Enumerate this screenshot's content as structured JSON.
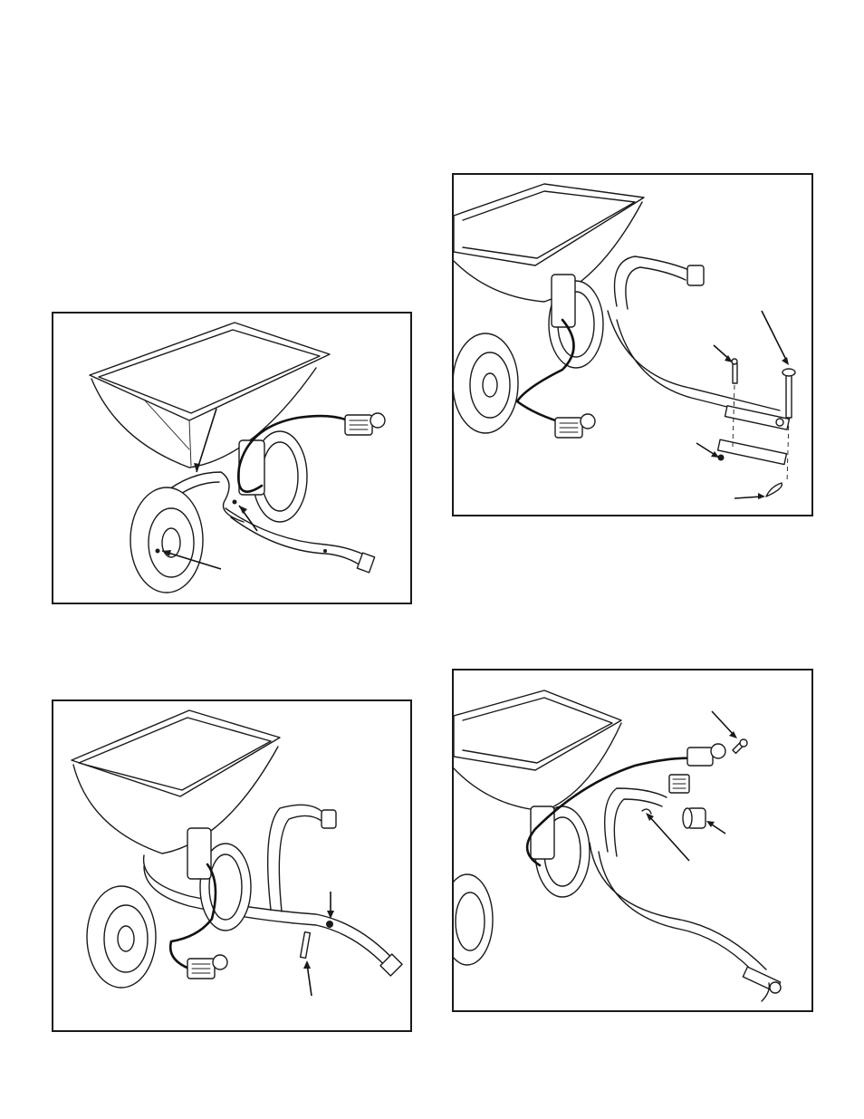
{
  "page": {
    "background_color": "#ffffff",
    "line_color": "#1a1a1a"
  },
  "figures": [
    {
      "id": "fig1",
      "subject": "spreader-axle-wheels-tow-bar",
      "icon": "spreader-assembly-icon"
    },
    {
      "id": "fig2",
      "subject": "spreader-hitch-frame-bolts",
      "icon": "spreader-assembly-icon"
    },
    {
      "id": "fig3",
      "subject": "spreader-hitch-plates-pin",
      "icon": "spreader-assembly-icon"
    },
    {
      "id": "fig4",
      "subject": "spreader-control-lever-mount",
      "icon": "spreader-assembly-icon"
    }
  ]
}
